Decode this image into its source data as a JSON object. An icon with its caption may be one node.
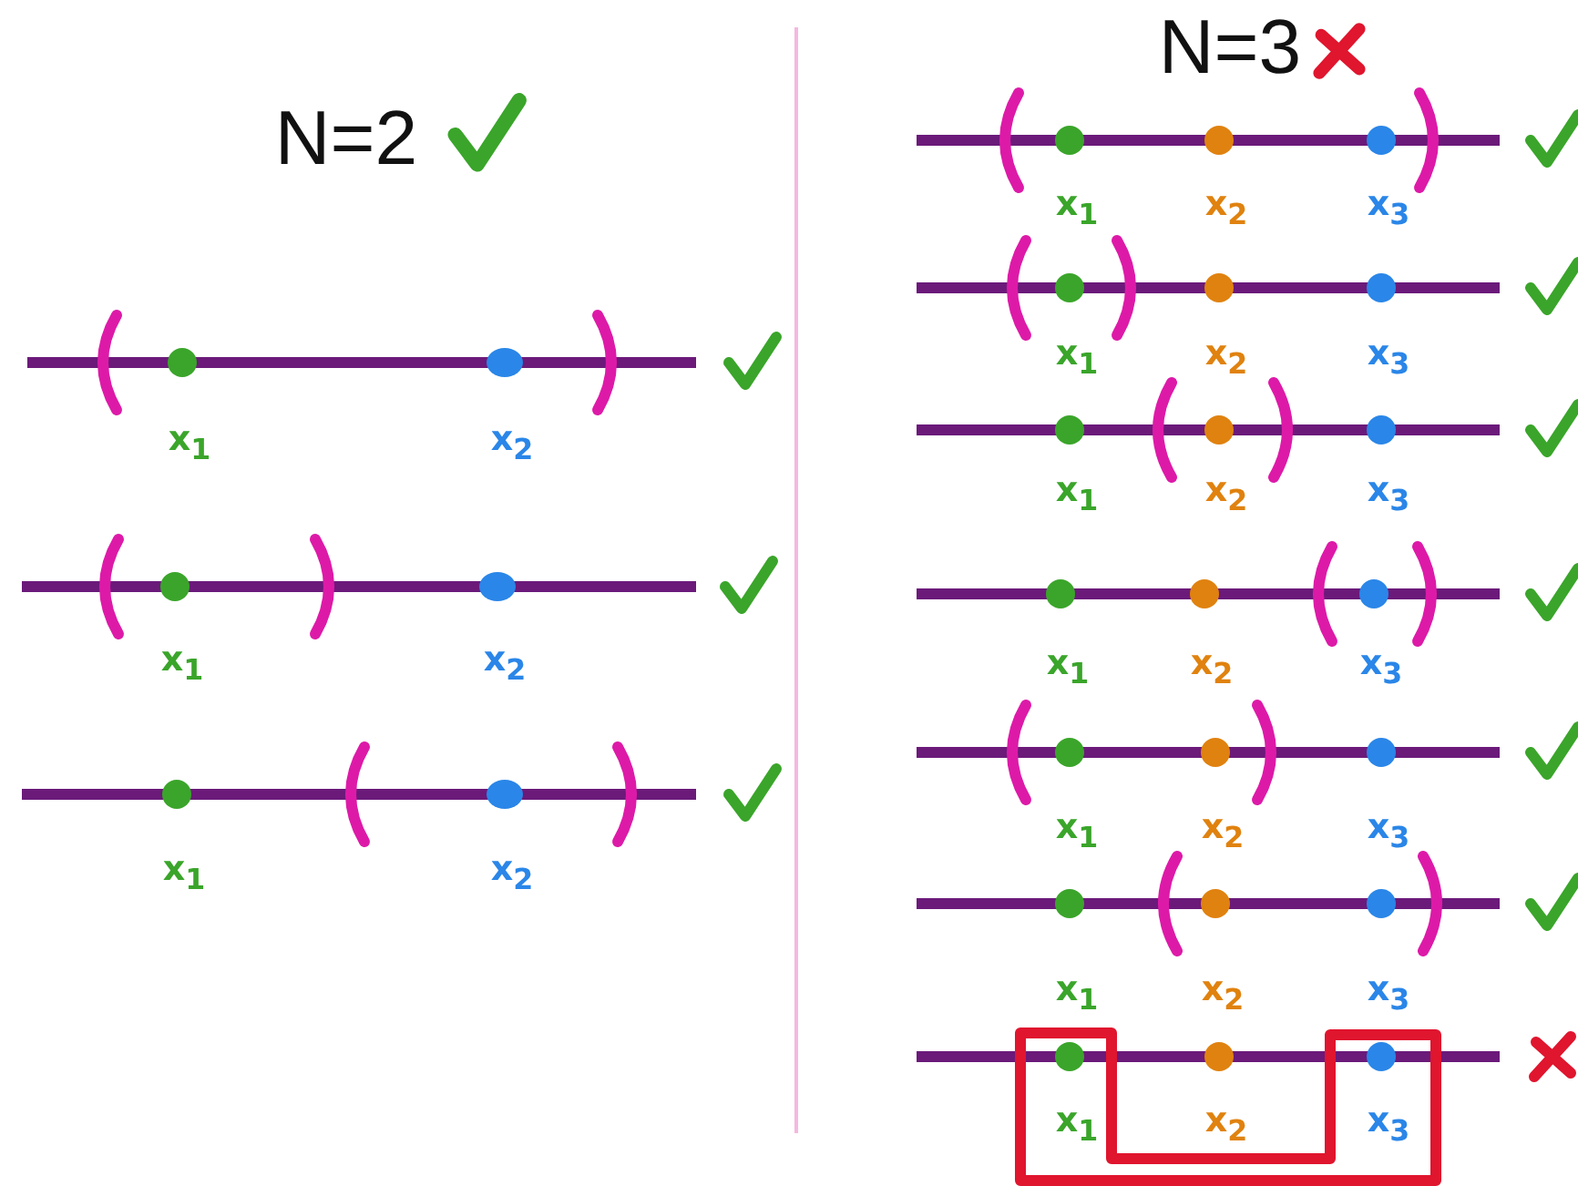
{
  "diagram": {
    "labels": [
      "N=2",
      "x$_{1}$",
      "x$_{2}$",
      "x$_{1}$",
      "x$_{2}$",
      "x$_{1}$",
      "x$_{2}$",
      "N=3",
      "x$_{1}$",
      "x$_{2}$",
      "x$_{3}$",
      "x$_{1}$",
      "x$_{2}$",
      "x$_{3}$",
      "x$_{1}$",
      "x$_{2}$",
      "x$_{3}$",
      "x$_{1}$",
      "x$_{2}$",
      "x$_{3}$",
      "x$_{1}$",
      "x$_{2}$",
      "x$_{3}$",
      "x$_{1}$",
      "x$_{2}$",
      "x$_{3}$",
      "x$_{1}$",
      "x$_{2}$",
      "x$_{3}$"
    ]
  }
}
